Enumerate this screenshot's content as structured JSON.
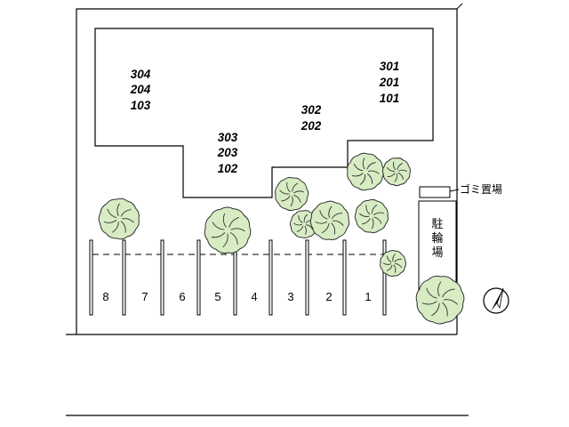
{
  "building": {
    "units_left": [
      "304",
      "204",
      "103"
    ],
    "units_center": [
      "303",
      "203",
      "102"
    ],
    "units_mid": [
      "302",
      "202"
    ],
    "units_right": [
      "301",
      "201",
      "101"
    ]
  },
  "parking": {
    "slots": [
      "8",
      "7",
      "6",
      "5",
      "4",
      "3",
      "2",
      "1"
    ]
  },
  "facilities": {
    "garbage_label": "ゴミ置場",
    "bicycle_label": [
      "駐",
      "輪",
      "場"
    ]
  },
  "colors": {
    "tree_fill": "#d8ecc4",
    "line": "#000000",
    "background": "#ffffff"
  },
  "icons": {
    "north": "north-arrow-icon",
    "tree": "tree-icon"
  }
}
